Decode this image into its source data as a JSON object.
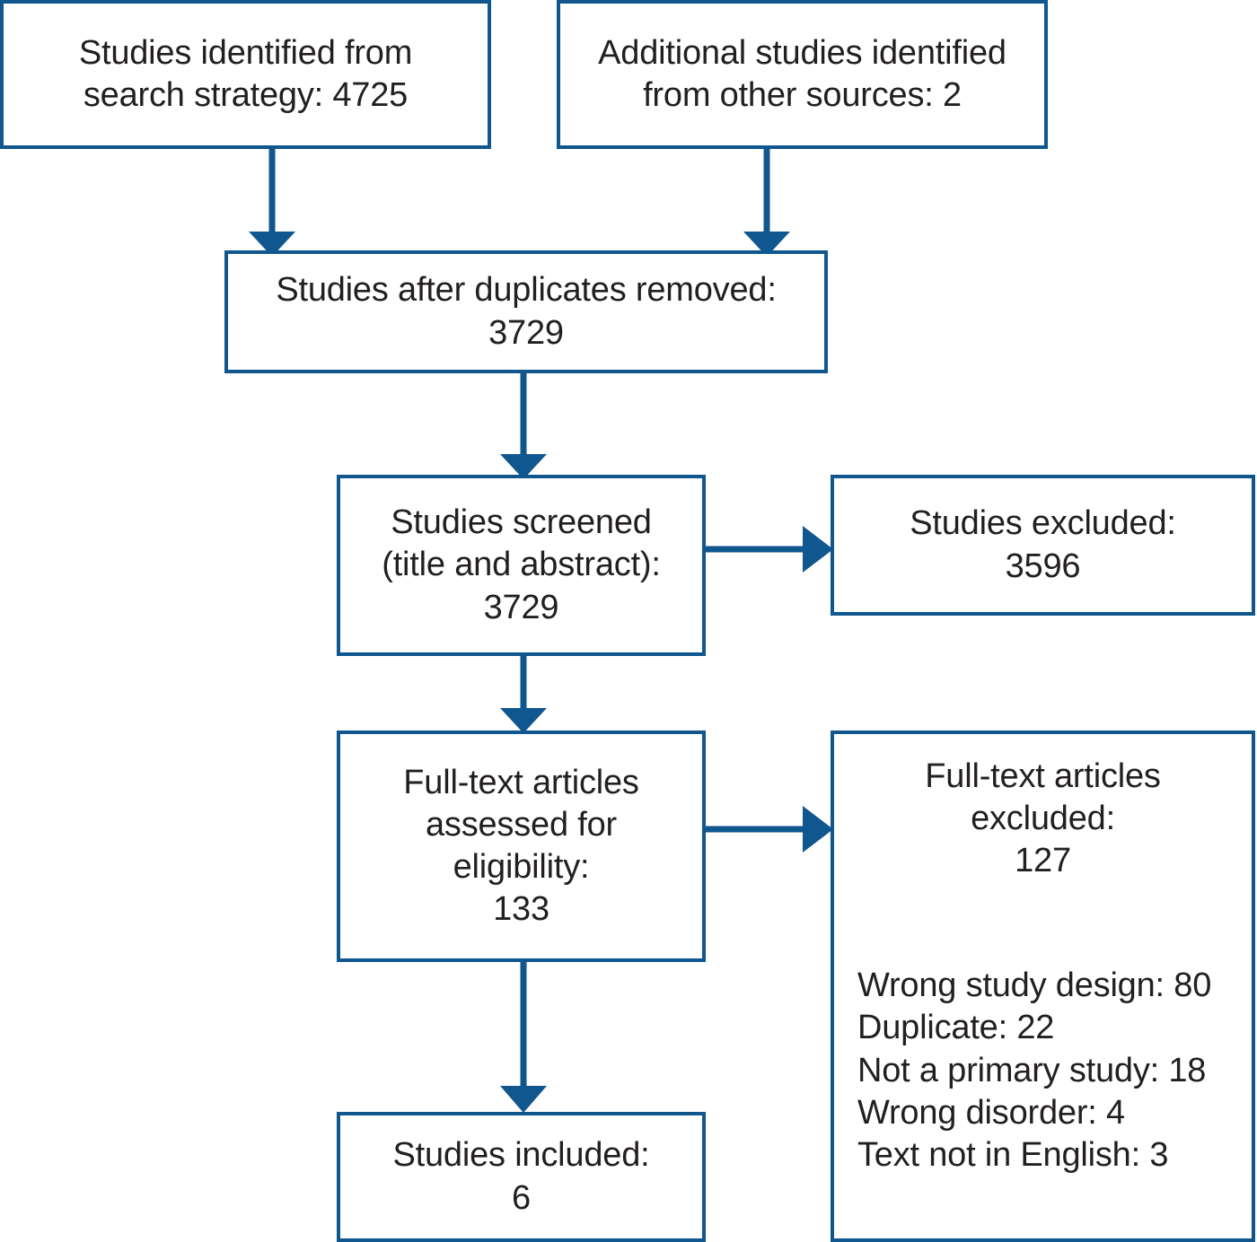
{
  "diagram": {
    "type": "prisma-flow-diagram",
    "accent_color": "#10568f",
    "text_color": "#231f20",
    "background": "#ffffff",
    "boxes": {
      "identified": {
        "lines": [
          "Studies identified from",
          "search strategy: 4725"
        ],
        "count": 4725
      },
      "additional": {
        "lines": [
          "Additional studies identified",
          "from other sources: 2"
        ],
        "count": 2
      },
      "duplicates_removed": {
        "lines": [
          "Studies after duplicates removed:",
          "3729"
        ],
        "count": 3729
      },
      "screened": {
        "lines": [
          "Studies screened",
          "(title and abstract):",
          "3729"
        ],
        "count": 3729
      },
      "screened_excluded": {
        "lines": [
          "Studies excluded:",
          "3596"
        ],
        "count": 3596
      },
      "fulltext_assessed": {
        "lines": [
          "Full-text articles",
          "assessed for",
          "eligibility:",
          "133"
        ],
        "count": 133
      },
      "fulltext_excluded": {
        "heading_lines": [
          "Full-text articles",
          "excluded:",
          "127"
        ],
        "count": 127,
        "reasons": [
          "Wrong study design: 80",
          "Duplicate: 22",
          "Not a primary study: 18",
          "Wrong disorder: 4",
          "Text not in English: 3"
        ]
      },
      "included": {
        "lines": [
          "Studies included:",
          "6"
        ],
        "count": 6
      }
    },
    "connectors": [
      {
        "name": "identified-to-duplicates",
        "direction": "down"
      },
      {
        "name": "additional-to-duplicates",
        "direction": "down"
      },
      {
        "name": "duplicates-to-screened",
        "direction": "down"
      },
      {
        "name": "screened-to-excluded",
        "direction": "right"
      },
      {
        "name": "screened-to-fulltext",
        "direction": "down"
      },
      {
        "name": "fulltext-to-fulltext-excluded",
        "direction": "right"
      },
      {
        "name": "fulltext-to-included",
        "direction": "down"
      }
    ]
  }
}
